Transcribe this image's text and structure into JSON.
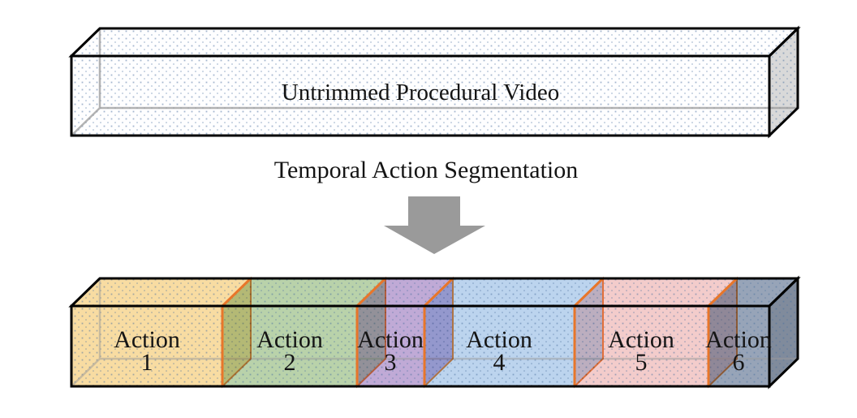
{
  "top_box": {
    "label": "Untrimmed Procedural Video"
  },
  "process_arrow": {
    "label": "Temporal Action Segmentation"
  },
  "bottom_box": {
    "segments": [
      {
        "label": "Action",
        "number": "1",
        "color": "#F8DCA2"
      },
      {
        "label": "Action",
        "number": "2",
        "color": "#B9D2AA"
      },
      {
        "label": "Action",
        "number": "3",
        "color": "#C0AAD6"
      },
      {
        "label": "Action",
        "number": "4",
        "color": "#BCD4EE"
      },
      {
        "label": "Action",
        "number": "5",
        "color": "#F3CCCB"
      },
      {
        "label": "Action",
        "number": "6",
        "color": "#97A4B8"
      }
    ]
  },
  "colors": {
    "divider_orange": "#E8762A",
    "arrow_gray": "#9A9A9A",
    "outline_black": "#000000",
    "hidden_edge_gray": "#9A9A9A",
    "dot_blue": "#4A6F9E",
    "top_box_fill": "#FEFEFF",
    "top_box_side_fill": "#D9D9D9",
    "text_color": "#141414"
  }
}
